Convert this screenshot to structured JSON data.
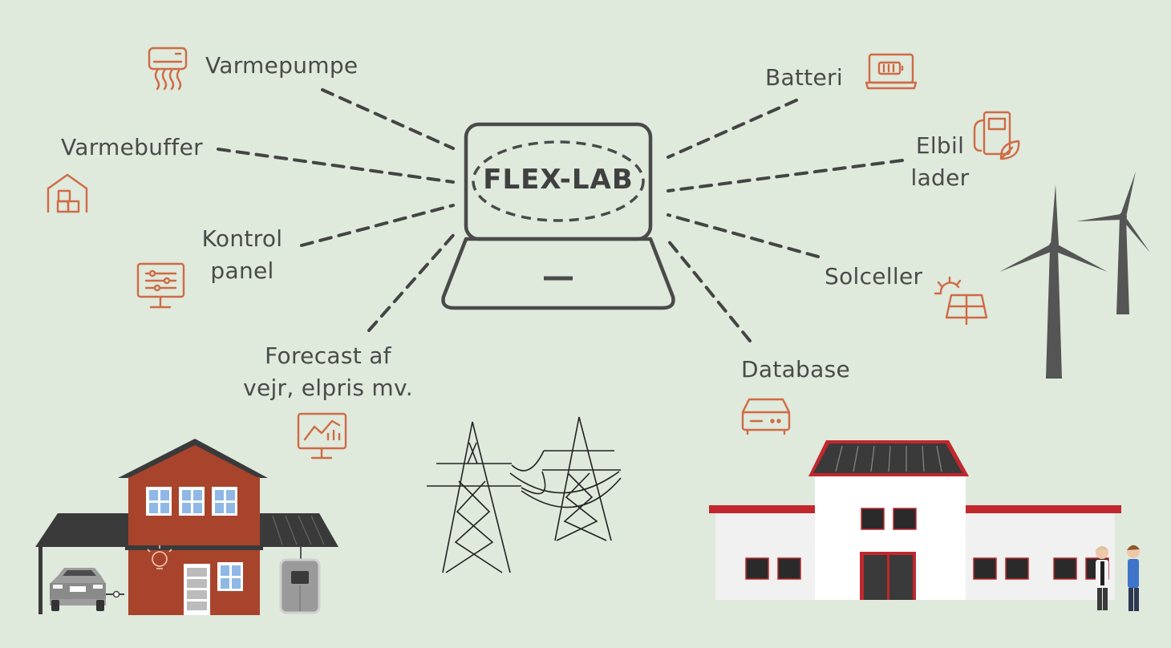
{
  "hub": {
    "title": "FLEX-LAB"
  },
  "nodes": {
    "varmepumpe": {
      "label": "Varmepumpe",
      "icon": "heat-pump-icon"
    },
    "varmebuffer": {
      "label": "Varmebuffer",
      "icon": "heat-storage-icon"
    },
    "kontrolpanel": {
      "line1": "Kontrol",
      "line2": "panel",
      "icon": "control-panel-icon"
    },
    "forecast": {
      "line1": "Forecast af",
      "line2": "vejr, elpris mv.",
      "icon": "forecast-chart-icon"
    },
    "batteri": {
      "label": "Batteri",
      "icon": "battery-icon"
    },
    "elbillader": {
      "line1": "Elbil",
      "line2": "lader",
      "icon": "ev-charger-icon"
    },
    "solceller": {
      "label": "Solceller",
      "icon": "solar-panel-icon"
    },
    "database": {
      "label": "Database",
      "icon": "database-server-icon"
    }
  },
  "colors": {
    "background": "#dfe9dc",
    "text": "#4a4a4a",
    "line": "#444444",
    "icon": "#cf6a45",
    "house_wall": "#a9442c",
    "roof": "#3a3a3a",
    "building_trim": "#c0282d"
  },
  "illustrations": [
    "house-with-carport-illustration",
    "electric-car-illustration",
    "power-pylons-illustration",
    "lab-building-illustration",
    "wind-turbines-illustration",
    "people-illustration"
  ]
}
